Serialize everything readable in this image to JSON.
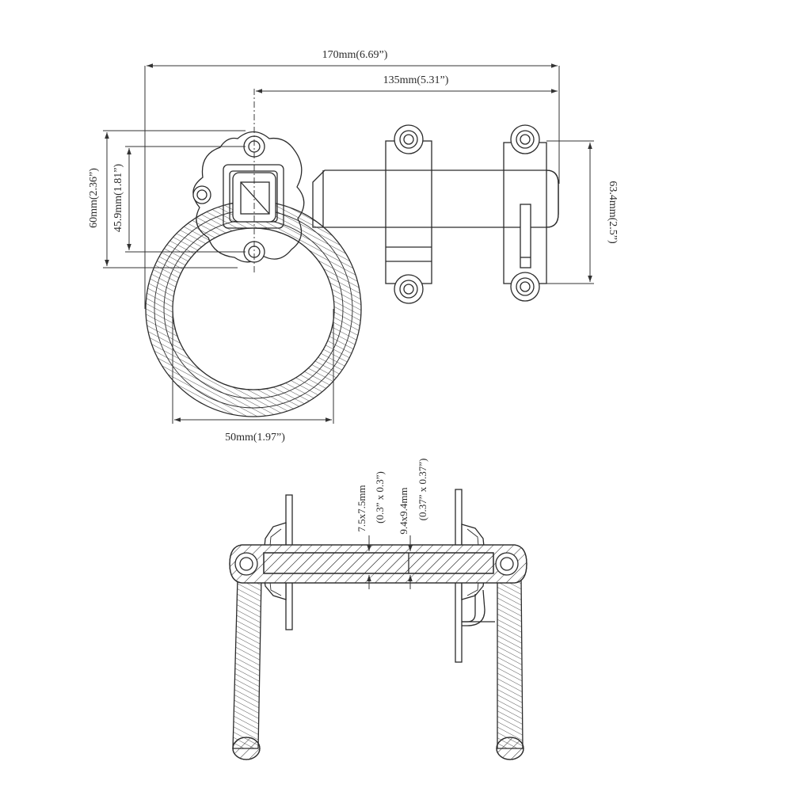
{
  "dimensions": {
    "overall_length": "170mm(6.69”)",
    "post_to_end": "135mm(5.31”)",
    "rose_height": "60mm(2.36”)",
    "rose_hole_spacing": "45.9mm(1.81”)",
    "keep_height": "63.4mm(2.5”)",
    "ring_diameter": "50mm(1.97”)",
    "spindle_small": "7.5x7.5mm",
    "spindle_small_in": "(0.3” x 0.3”)",
    "spindle_large": "9.4x9.4mm",
    "spindle_large_in": "(0.37” x 0.37”)"
  },
  "colors": {
    "line": "#2b2b2b",
    "background": "#ffffff"
  }
}
